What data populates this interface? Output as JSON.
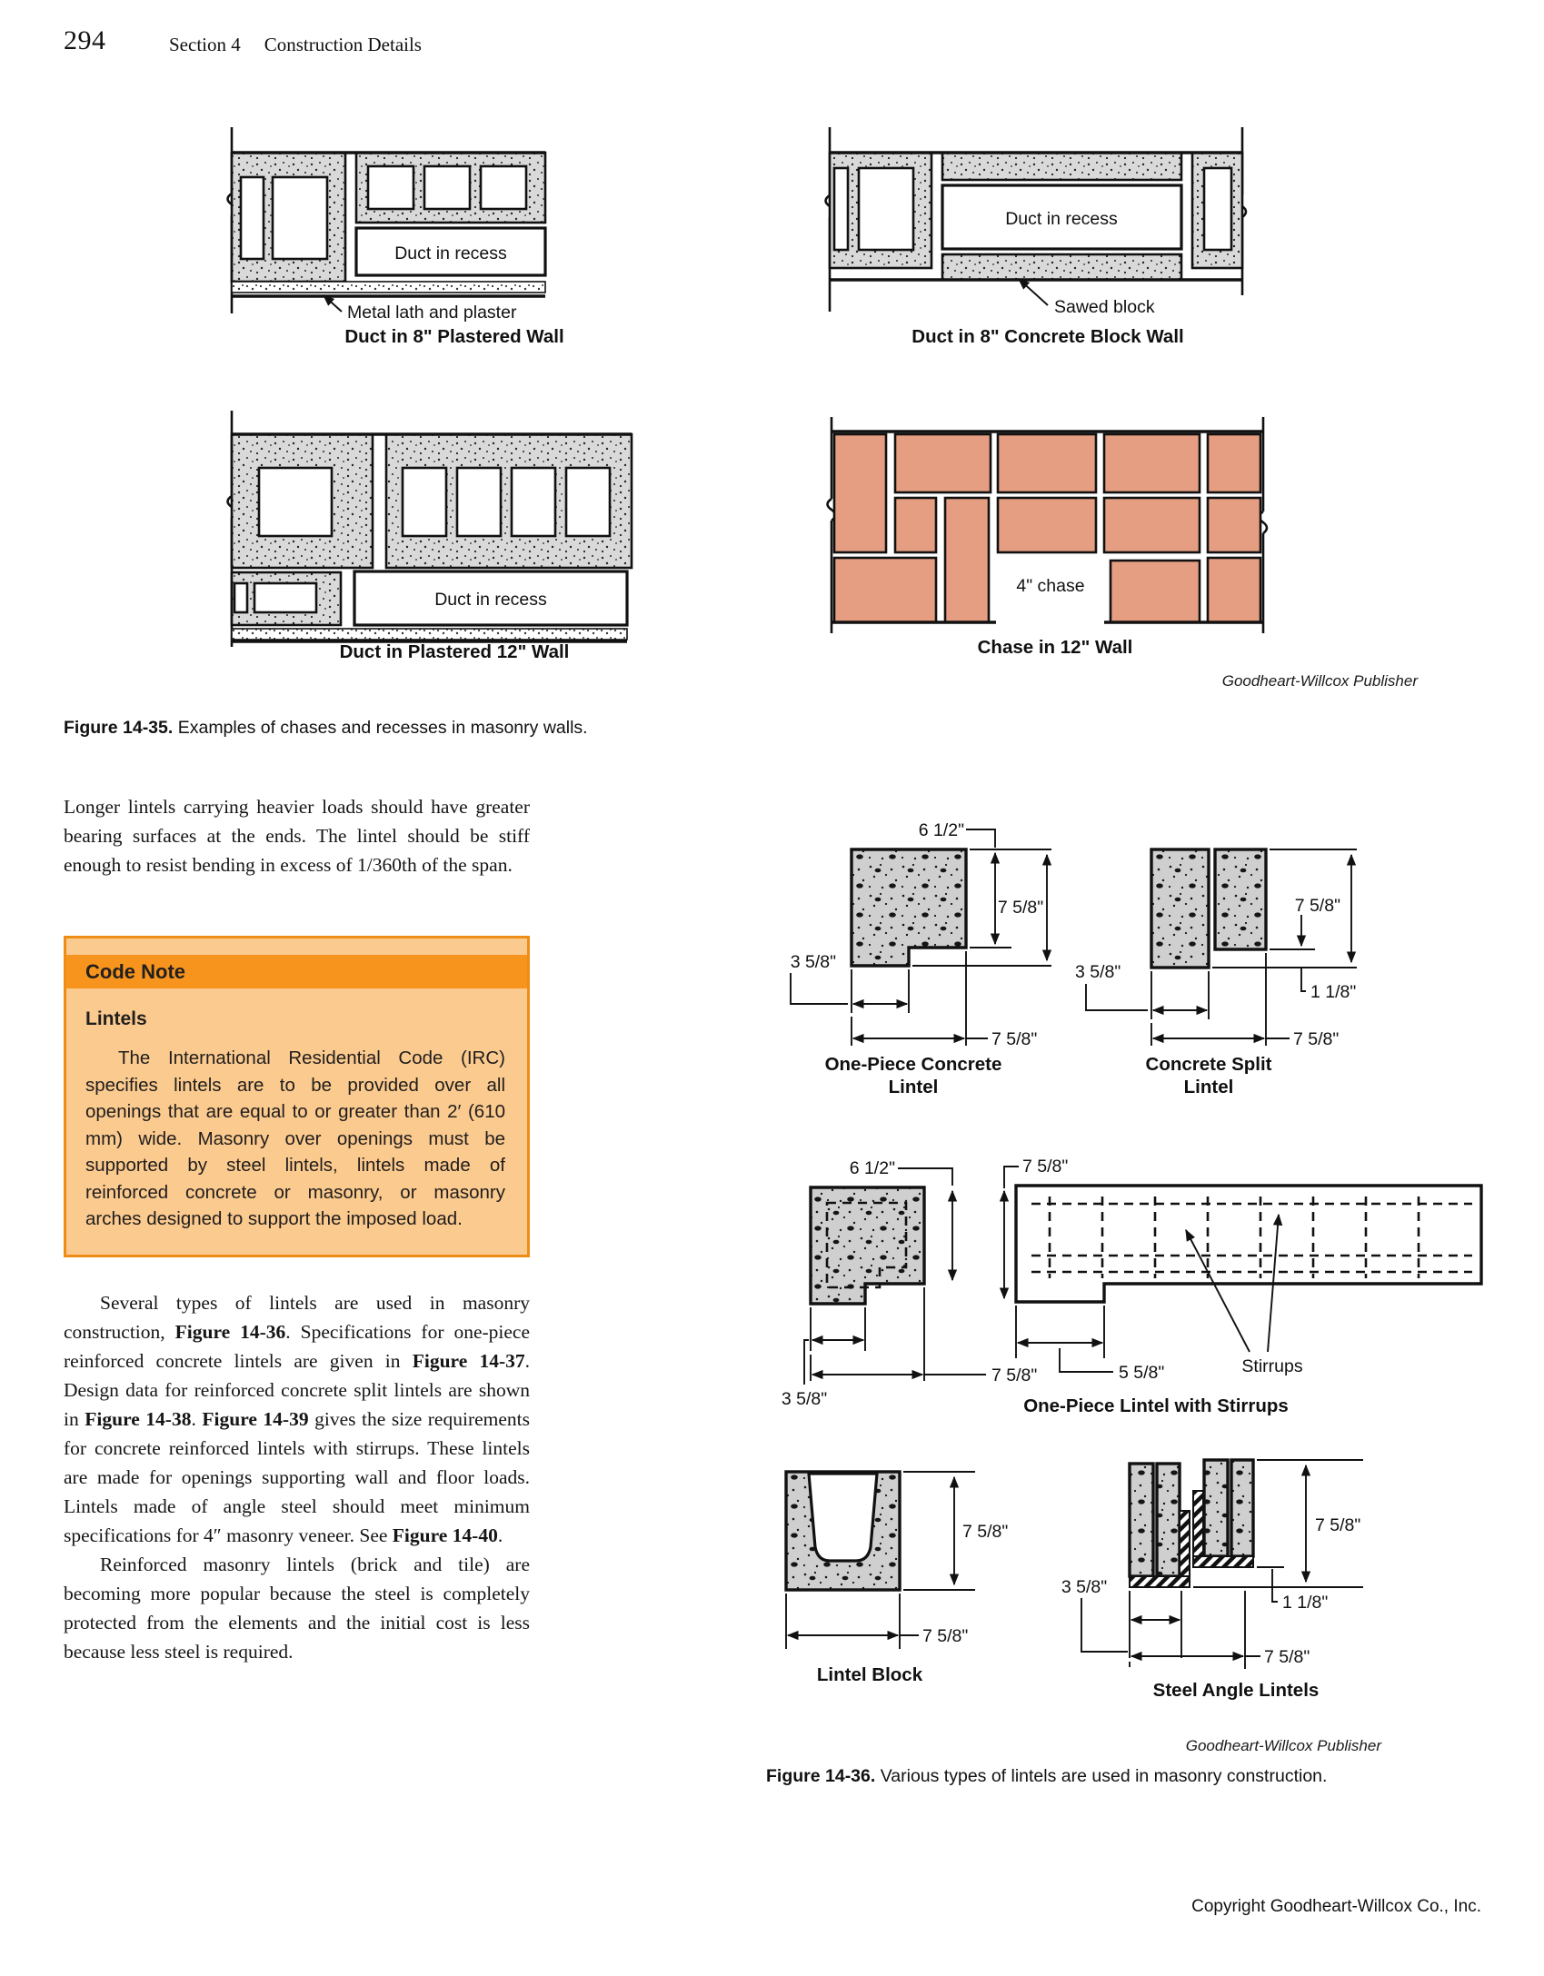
{
  "page": {
    "number": "294",
    "section": "Section 4",
    "section_title": "Construction Details",
    "copyright": "Copyright Goodheart-Willcox Co., Inc."
  },
  "colors": {
    "code_note_header": "#f7941d",
    "code_note_bg": "#fbca8e",
    "brick": "#e59e82",
    "concrete": "#d9d9d9"
  },
  "fig1435": {
    "publisher": "Goodheart-Willcox Publisher",
    "caption_label": "Figure 14-35.",
    "caption_text": " Examples of chases and recesses in masonry walls.",
    "d1": {
      "duct": "Duct in recess",
      "callout": "Metal lath and plaster",
      "title": "Duct in 8\" Plastered Wall"
    },
    "d2": {
      "duct": "Duct in recess",
      "callout": "Sawed block",
      "title": "Duct in 8\" Concrete Block Wall"
    },
    "d3": {
      "duct": "Duct in recess",
      "title": "Duct in Plastered 12\" Wall"
    },
    "d4": {
      "callout": "4\" chase",
      "title": "Chase in 12\" Wall"
    }
  },
  "article": {
    "para1": "Longer lintels carrying heavier loads should have greater bearing surfaces at the ends. The lintel should be stiff enough to resist bending in excess of 1/360th of the span.",
    "code_note": {
      "header": "Code Note",
      "subheading": "Lintels",
      "body": "The International Residential Code (IRC) specifies lintels are to be provided over all openings that are equal to or greater than 2′ (610 mm) wide. Masonry over openings must be supported by steel lintels, lintels made of reinforced concrete or masonry, or masonry arches designed to support the imposed load."
    },
    "para2_rich": [
      {
        "t": "Several types of lintels are used in masonry construction, "
      },
      {
        "t": "Figure 14-36",
        "b": true
      },
      {
        "t": ". Specifications for one-piece reinforced concrete lintels are given in "
      },
      {
        "t": "Figure 14-37",
        "b": true
      },
      {
        "t": ". Design data for reinforced concrete split lintels are shown in "
      },
      {
        "t": "Figure 14-38",
        "b": true
      },
      {
        "t": ". "
      },
      {
        "t": "Figure 14-39",
        "b": true
      },
      {
        "t": " gives the size requirements for concrete reinforced lintels with stirrups. These lintels are made for openings supporting wall and floor loads. Lintels made of angle steel should meet minimum specifications for 4″ masonry veneer. See "
      },
      {
        "t": "Figure 14-40",
        "b": true
      },
      {
        "t": "."
      }
    ],
    "para3": "Reinforced masonry lintels (brick and tile) are becoming more popular because the steel is completely protected from the elements and the initial cost is less because less steel is required."
  },
  "fig1436": {
    "publisher": "Goodheart-Willcox Publisher",
    "caption_label": "Figure 14-36.",
    "caption_text": " Various types of lintels are used in masonry construction.",
    "one_piece": {
      "dim_top": "6 1/2\"",
      "dim_h": "7 5/8\"",
      "dim_left": "3 5/8\"",
      "dim_w": "7 5/8\"",
      "t1": "One-Piece Concrete",
      "t2": "Lintel"
    },
    "split": {
      "dim_h": "7 5/8\"",
      "dim_gap": "1 1/8\"",
      "dim_left": "3 5/8\"",
      "dim_w": "7 5/8\"",
      "t1": "Concrete Split",
      "t2": "Lintel"
    },
    "stirrups": {
      "dim_top": "6 1/2\"",
      "dim_h": "7 5/8\"",
      "dim_left": "3 5/8\"",
      "dim_w": "7 5/8\"",
      "dim_step": "5 5/8\"",
      "callout": "Stirrups",
      "title": "One-Piece Lintel with Stirrups"
    },
    "block": {
      "dim_h": "7 5/8\"",
      "dim_w": "7 5/8\"",
      "title": "Lintel Block"
    },
    "angle": {
      "dim_h": "7 5/8\"",
      "dim_gap": "1 1/8\"",
      "dim_left": "3 5/8\"",
      "dim_w": "7 5/8\"",
      "title": "Steel Angle Lintels"
    }
  }
}
